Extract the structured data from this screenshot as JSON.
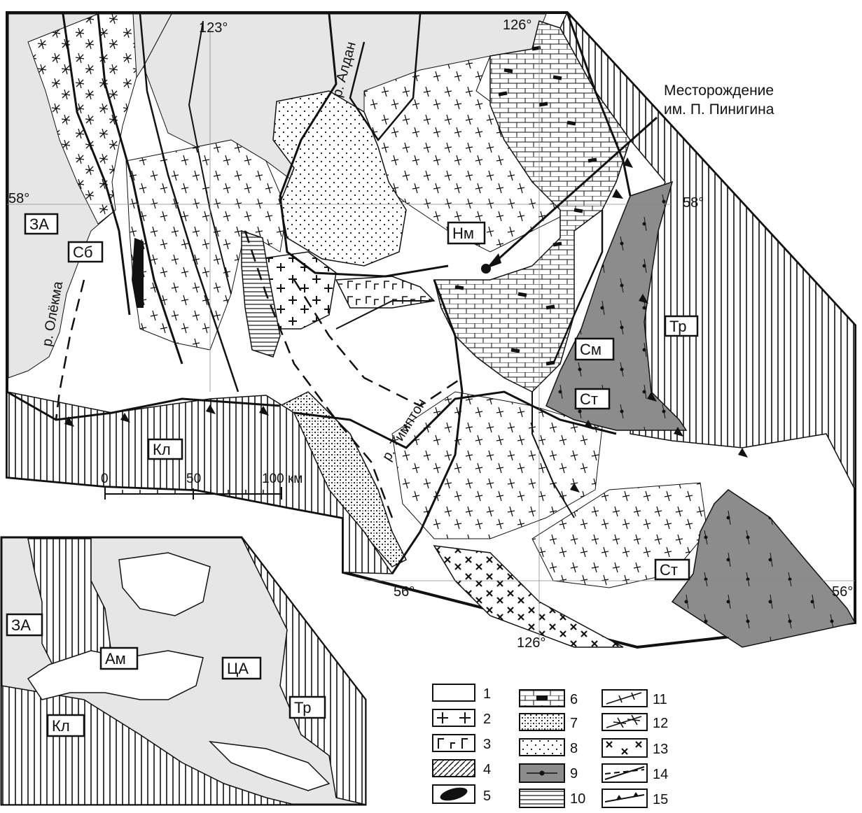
{
  "main_map": {
    "coordinates": {
      "lon_top_left": "123°",
      "lon_top_right": "126°",
      "lat_left": "58°",
      "lat_right": "58°",
      "lat_bottom_left": "56°",
      "lat_bottom_right": "56°",
      "lon_bottom": "126°"
    },
    "rivers": {
      "aldan": "р. Алдан",
      "olekma": "р. Олёкма",
      "timpton": "р. Тимптон"
    },
    "deposit_label_line1": "Месторождение",
    "deposit_label_line2": "им. П. Пинигина",
    "boxes": {
      "za": "ЗА",
      "sb": "Сб",
      "nm": "Нм",
      "tr": "Тр",
      "sm": "См",
      "st1": "Ст",
      "st2": "Ст",
      "kl": "Кл"
    },
    "scale": {
      "t0": "0",
      "t50": "50",
      "t100": "100 км"
    }
  },
  "inset_map": {
    "boxes": {
      "za": "ЗА",
      "am": "Ам",
      "ca": "ЦА",
      "kl": "Кл",
      "tr": "Тр"
    }
  },
  "legend": {
    "items": [
      "1",
      "2",
      "3",
      "4",
      "5",
      "6",
      "7",
      "8",
      "9",
      "10",
      "11",
      "12",
      "13",
      "14",
      "15"
    ]
  },
  "colors": {
    "light_gray": "#e6e6e6",
    "mid_gray": "#8c8c8c",
    "ink": "#111111"
  }
}
